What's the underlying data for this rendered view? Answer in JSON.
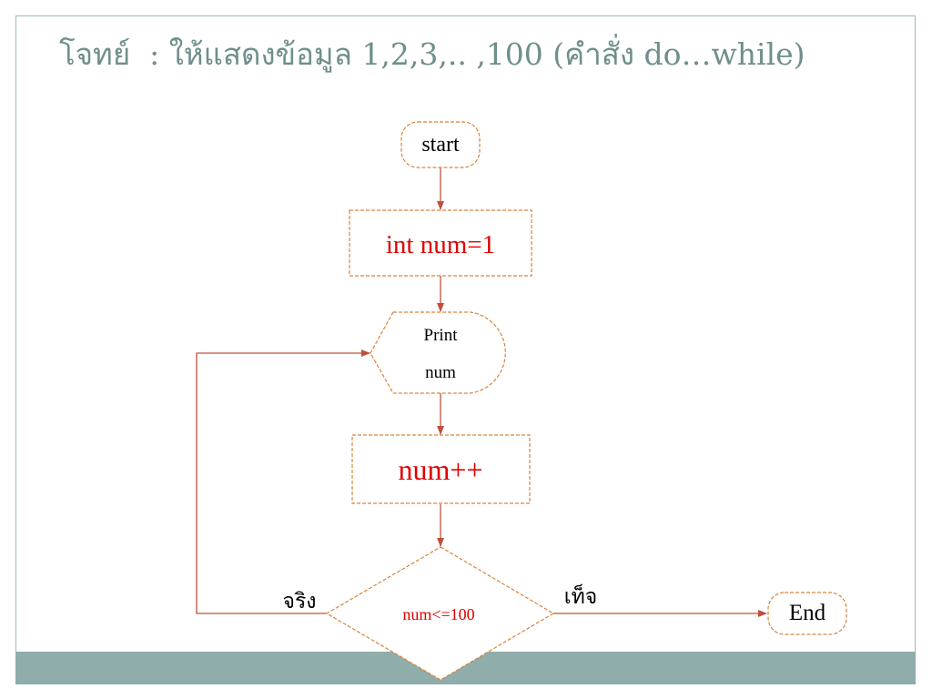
{
  "slide": {
    "title": "โจทย์  : ให้แสดงข้อมูล 1,2,3,.. ,100 (คำสั่ง do…while)"
  },
  "flowchart": {
    "start_label": "start",
    "init_label": "int num=1",
    "print_line1": "Print",
    "print_line2": "num",
    "increment_label": "num++",
    "condition_label": "num<=100",
    "true_label": "จริง",
    "false_label": "เท็จ",
    "end_label": "End"
  },
  "colors": {
    "title": "#6f8f8c",
    "footer": "#8fadaa",
    "shape_border": "#d9843a",
    "connector": "#c0503a",
    "code_text": "#e00000",
    "plain_text": "#000000"
  }
}
